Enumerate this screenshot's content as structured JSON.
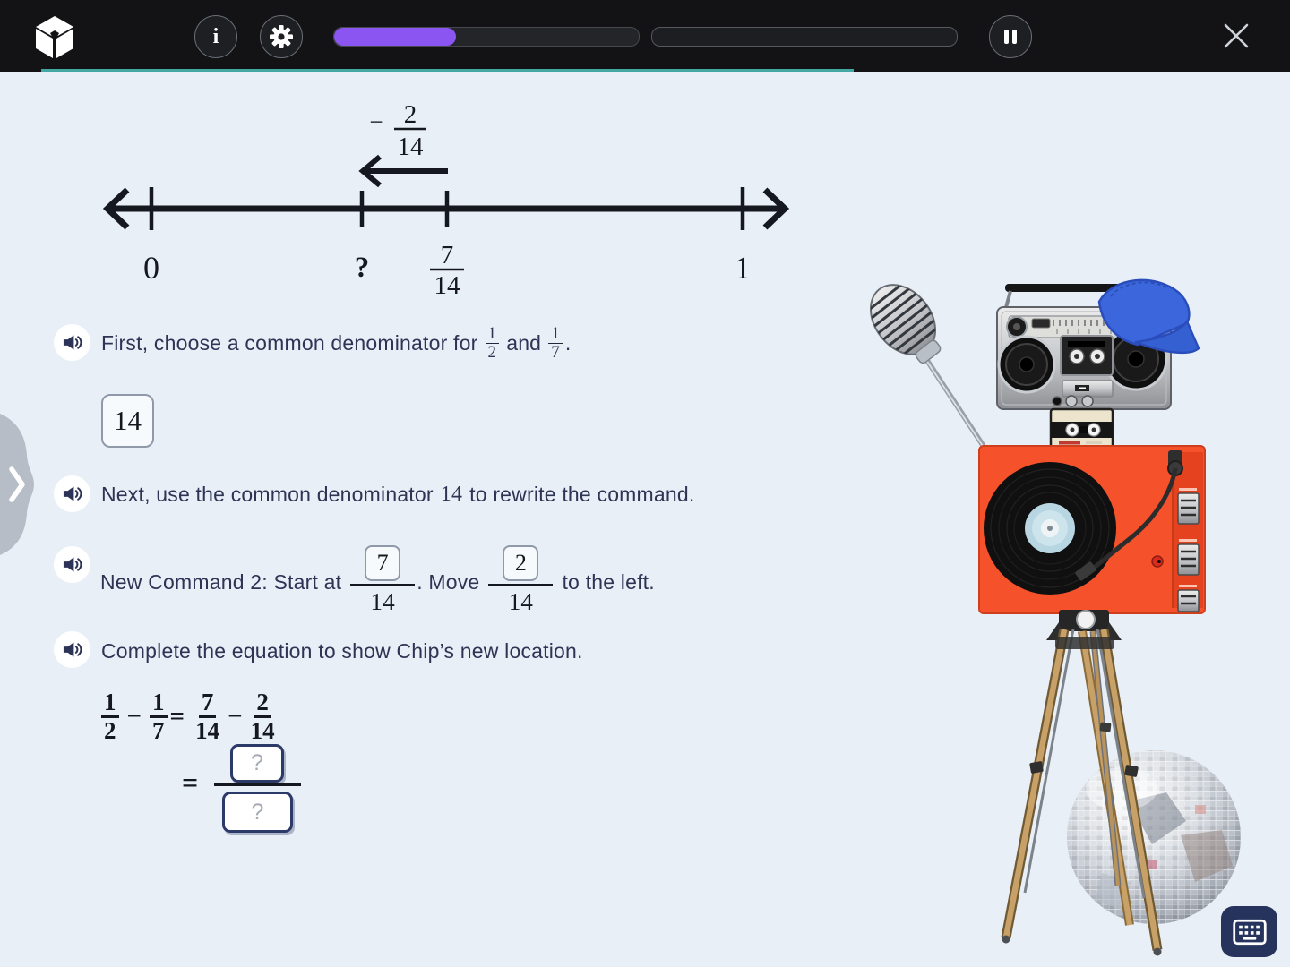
{
  "colors": {
    "background": "#e9eff7",
    "topbar_bg": "#131316",
    "accent_purple": "#8a55f0",
    "accent_teal": "#44a8a2",
    "text_navy": "#2e3454",
    "input_border_navy": "#2c3a68"
  },
  "topbar": {
    "info_label": "i",
    "progress1_percent": 40,
    "progress2_percent": 0
  },
  "numberline": {
    "command_sign": "−",
    "command_frac": {
      "n": "2",
      "d": "14"
    },
    "labels": {
      "zero": "0",
      "unknown": "?",
      "mid_n": "7",
      "mid_d": "14",
      "one": "1"
    }
  },
  "steps": {
    "step1": {
      "pre": "First, choose a common denominator for",
      "frac1": {
        "n": "1",
        "d": "2"
      },
      "and": "and",
      "frac2": {
        "n": "1",
        "d": "7"
      },
      "end": "."
    },
    "common_denominator_answer": "14",
    "step2": {
      "pre": "Next, use the common denominator",
      "value": "14",
      "post": "to rewrite the command."
    },
    "step3": {
      "pre": "New Command 2: Start at",
      "start_n": "7",
      "start_d": "14",
      "mid": ". Move",
      "move_n": "2",
      "move_d": "14",
      "post": "to the left."
    },
    "step4": "Complete the equation to show Chip’s new location."
  },
  "equation": {
    "f1": {
      "n": "1",
      "d": "2"
    },
    "op1": "−",
    "f2": {
      "n": "1",
      "d": "7"
    },
    "eq1": "=",
    "f3": {
      "n": "7",
      "d": "14"
    },
    "op2": "−",
    "f4": {
      "n": "2",
      "d": "14"
    },
    "eq2": "=",
    "num_placeholder": "?",
    "den_placeholder": "?"
  },
  "icons": {
    "logo": "cube-logo",
    "buttons": [
      "info-icon",
      "gear-icon",
      "pause-icon",
      "close-icon",
      "speaker-icon",
      "chevron-right-icon",
      "keyboard-icon"
    ]
  }
}
